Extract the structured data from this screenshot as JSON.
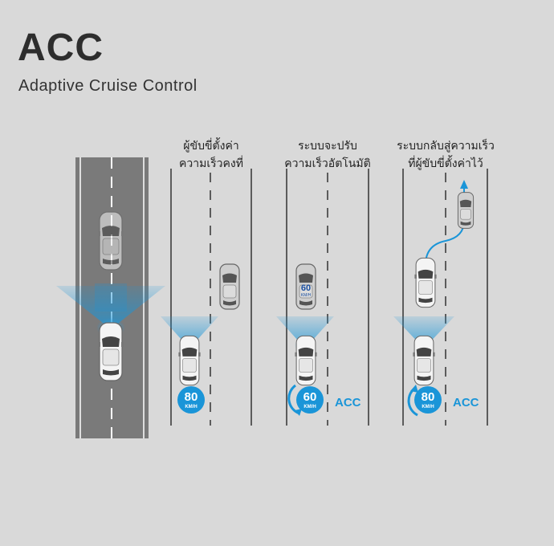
{
  "title": "ACC",
  "subtitle": "Adaptive Cruise Control",
  "panels": [
    {
      "caption": [
        "ผู้ขับขี่ตั้งค่า",
        "ความเร็วคงที่"
      ],
      "speed": "80",
      "unit": "KM/H",
      "acc_label": ""
    },
    {
      "caption": [
        "ระบบจะปรับ",
        "ความเร็วอัตโนมัติ"
      ],
      "speed": "60",
      "unit": "KM/H",
      "acc_label": "ACC",
      "lead_car_speed": "60",
      "lead_car_unit": "KM/H"
    },
    {
      "caption": [
        "ระบบกลับสู่ความเร็ว",
        "ที่ผู้ขับขี่ตั้งค่าไว้"
      ],
      "speed": "80",
      "unit": "KM/H",
      "acc_label": "ACC"
    }
  ],
  "colors": {
    "accent": "#1a95d8",
    "background": "#d9d9d9",
    "road": "#7a7a7a",
    "lane_line": "#333333"
  }
}
